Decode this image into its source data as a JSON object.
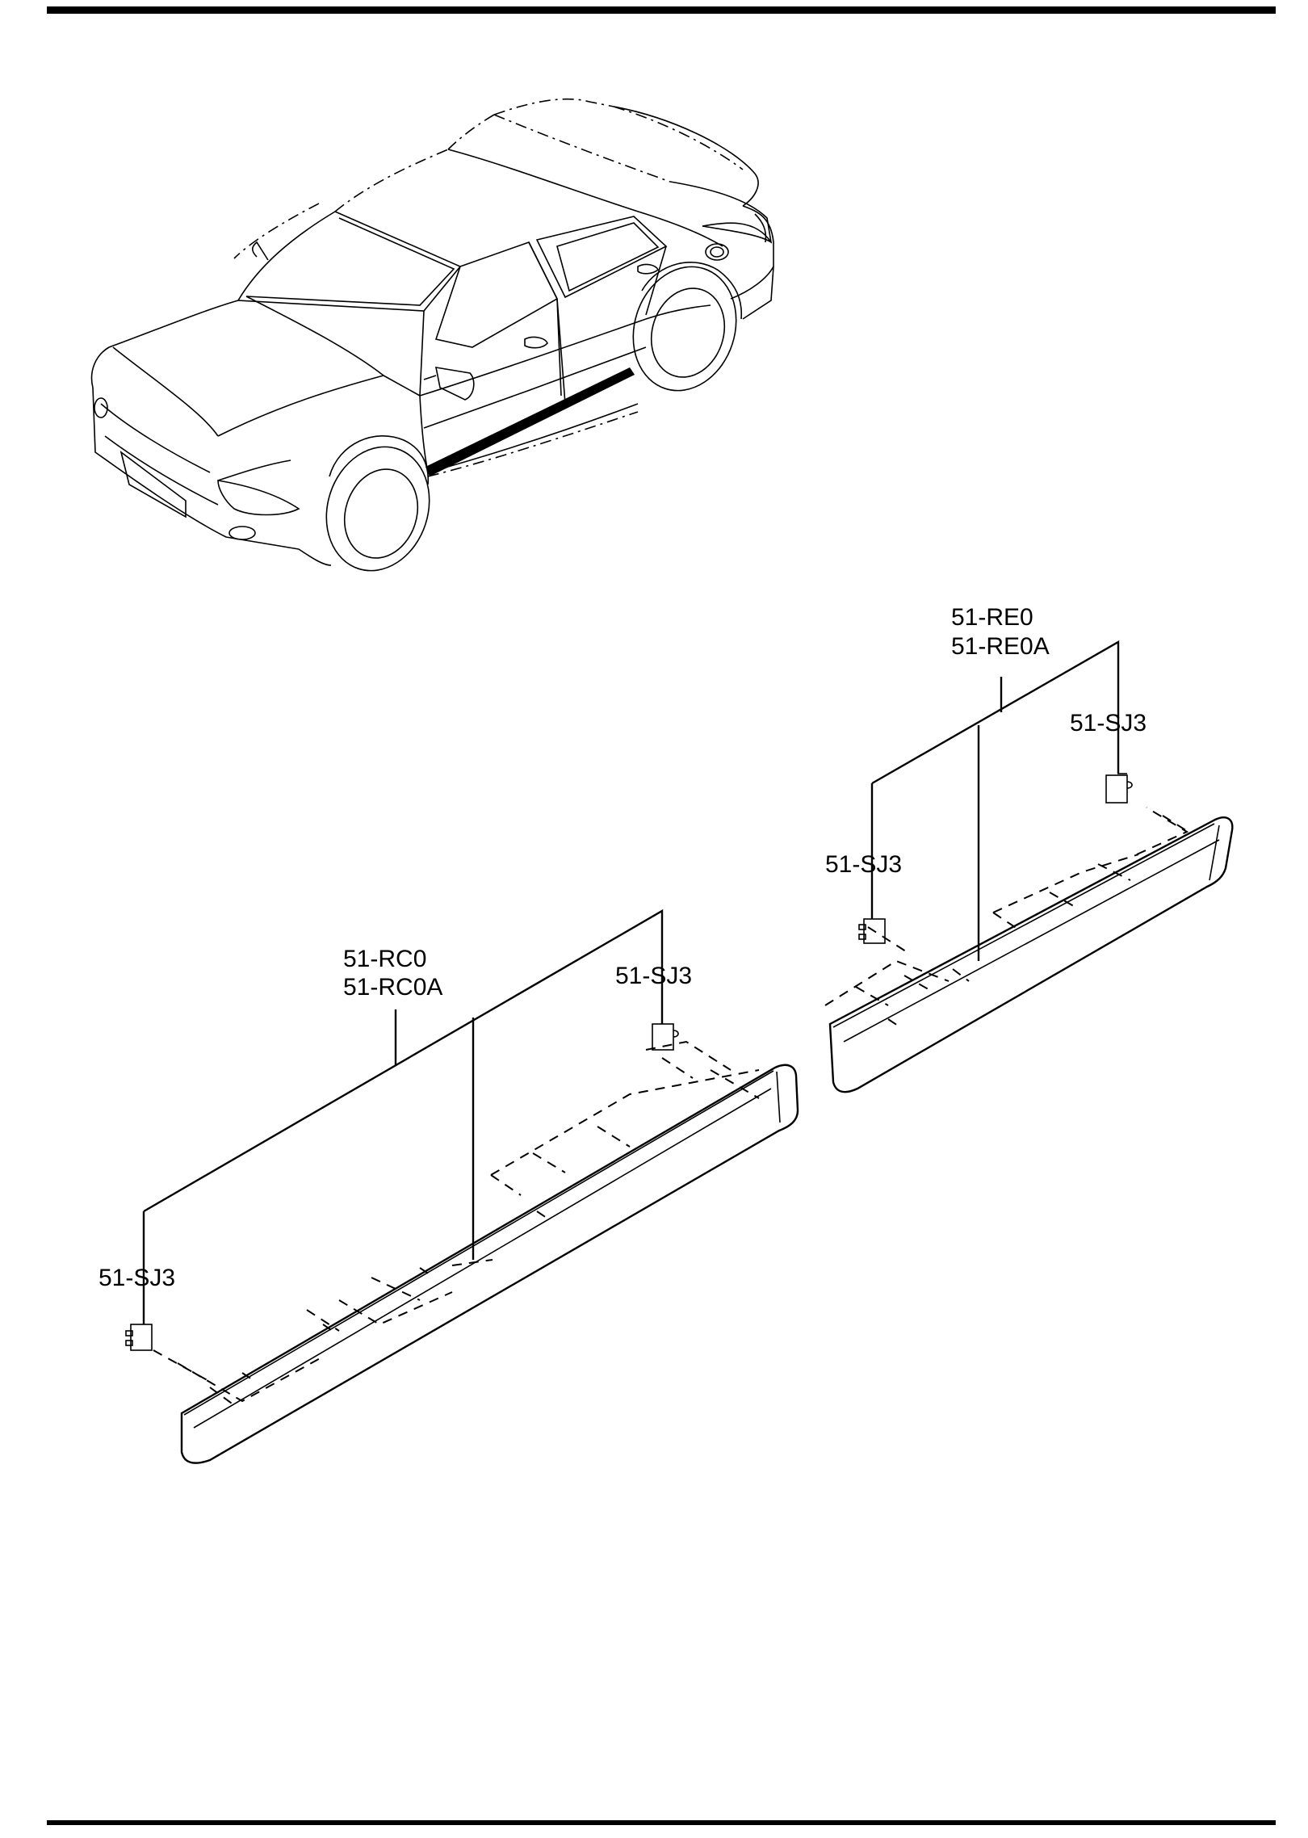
{
  "callouts": {
    "front_molding_part": "51-RC0",
    "front_molding_part_alt": "51-RC0A",
    "front_clip_left": "51-SJ3",
    "front_clip_right": "51-SJ3",
    "rear_molding_part": "51-RE0",
    "rear_molding_part_alt": "51-RE0A",
    "rear_clip_left": "51-SJ3",
    "rear_clip_right": "51-SJ3"
  },
  "colors": {
    "line": "#000000",
    "background": "#ffffff"
  }
}
